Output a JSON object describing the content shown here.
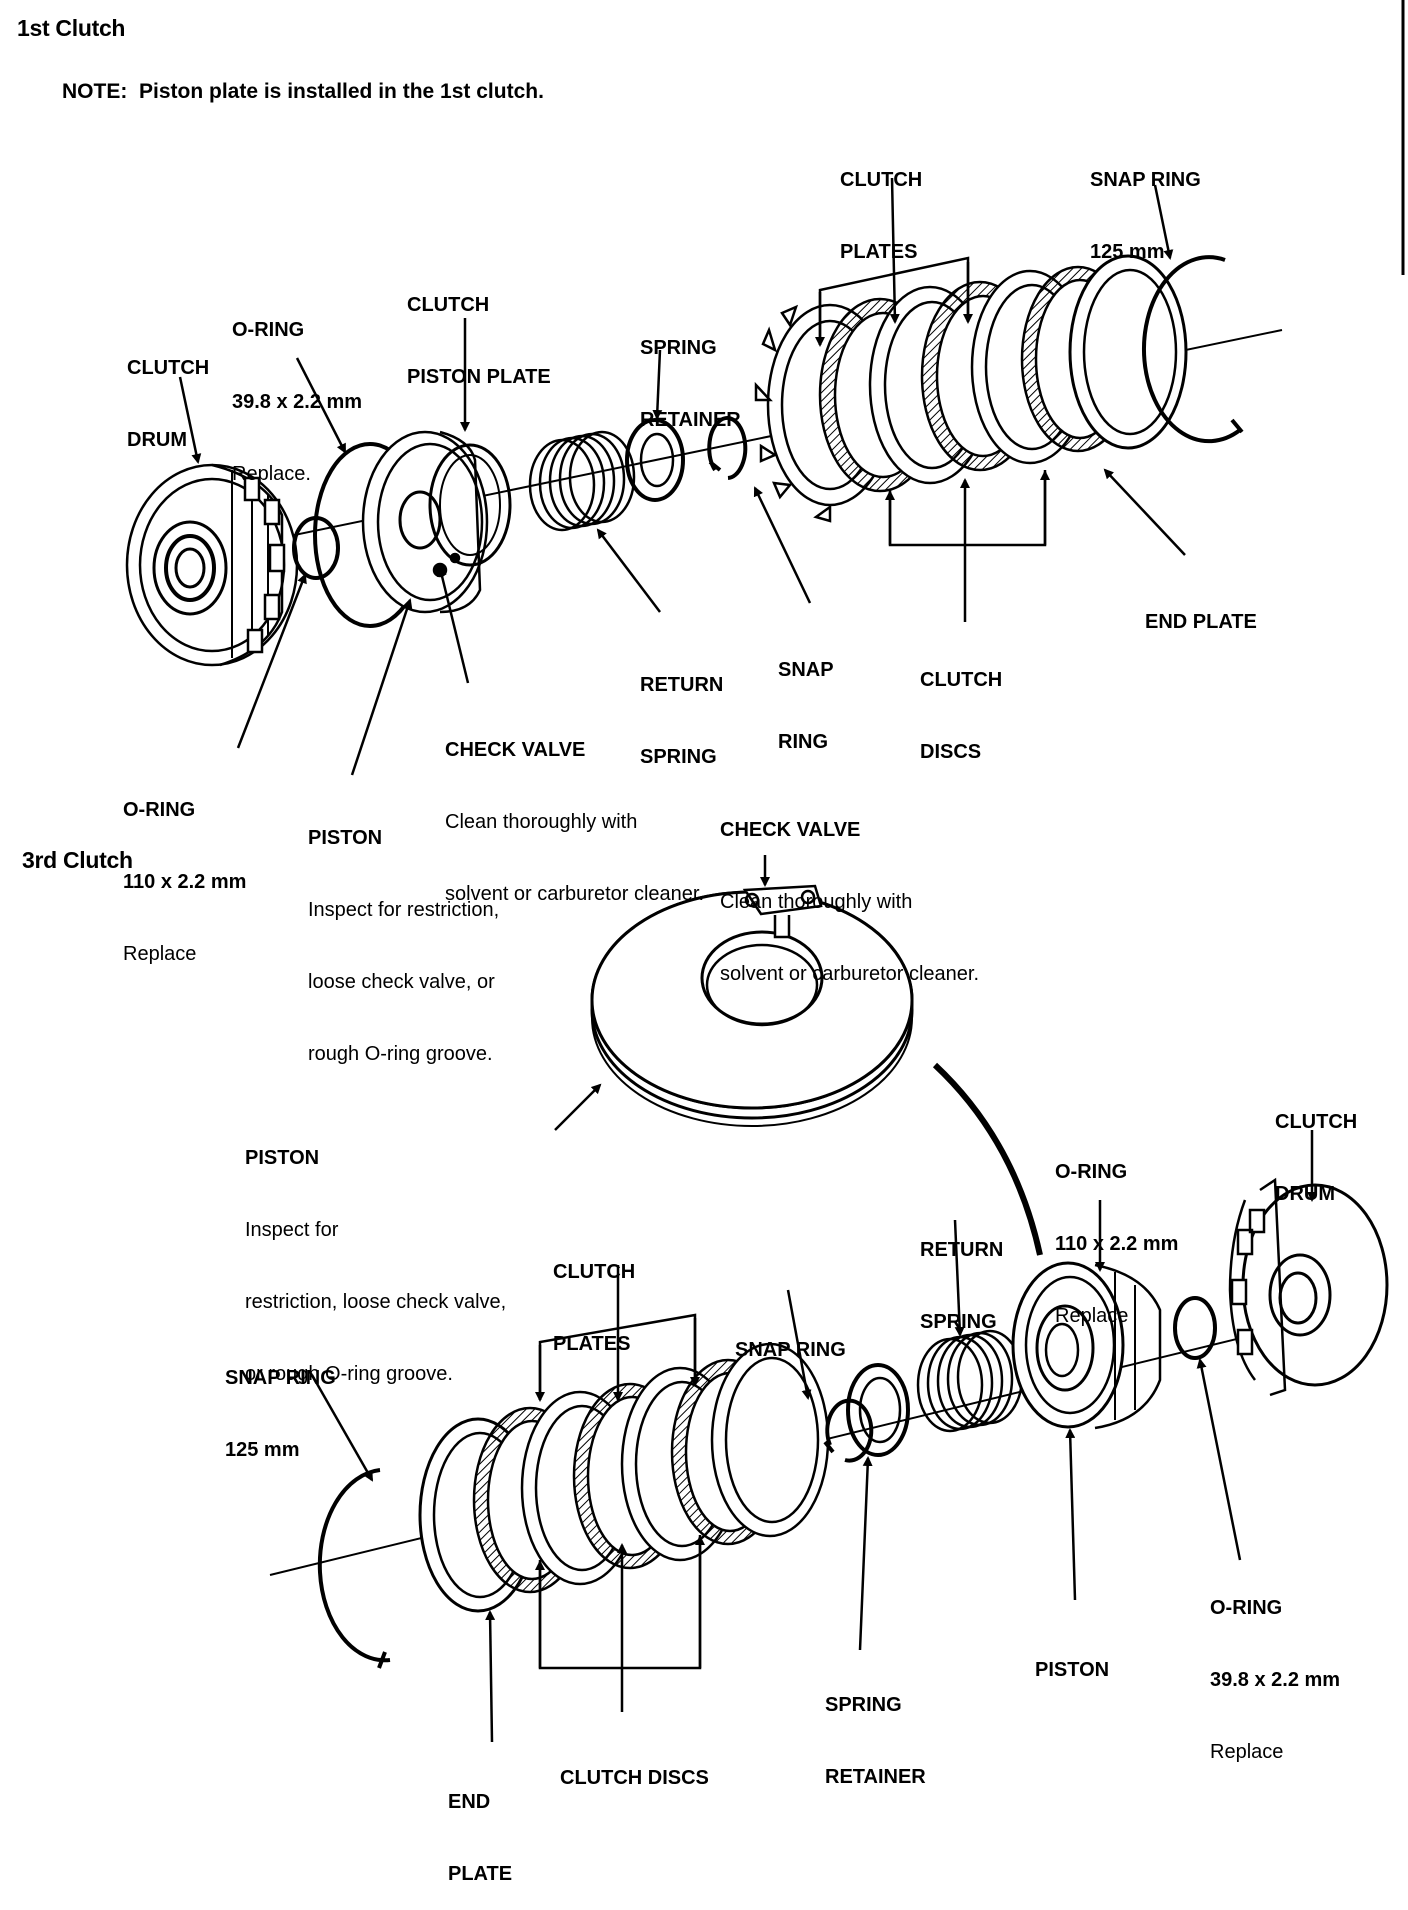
{
  "sections": {
    "first": "1st Clutch",
    "first_note": "NOTE:  Piston plate is installed in the 1st clutch.",
    "third": "3rd Clutch"
  },
  "labels_1st": {
    "clutch_plates": [
      "CLUTCH",
      "PLATES"
    ],
    "snap_ring_125": [
      "SNAP RING",
      "125 mm"
    ],
    "clutch_piston_plate": [
      "CLUTCH",
      "PISTON PLATE"
    ],
    "o_ring_39": [
      "O-RING",
      "39.8 x 2.2 mm",
      "Replace."
    ],
    "spring_retainer": [
      "SPRING",
      "RETAINER"
    ],
    "clutch_drum": [
      "CLUTCH",
      "DRUM"
    ],
    "end_plate": "END PLATE",
    "return_spring": [
      "RETURN",
      "SPRING"
    ],
    "snap_ring": [
      "SNAP",
      "RING"
    ],
    "clutch_discs": [
      "CLUTCH",
      "DISCS"
    ],
    "check_valve": [
      "CHECK VALVE",
      "Clean thoroughly with",
      "solvent or carburetor cleaner."
    ],
    "o_ring_110": [
      "O-RING",
      "110 x 2.2 mm",
      "Replace"
    ],
    "piston": [
      "PISTON",
      "Inspect for restriction,",
      "loose check valve, or",
      "rough O-ring groove."
    ]
  },
  "labels_3rd": {
    "check_valve": [
      "CHECK VALVE",
      "Clean thoroughly with",
      "solvent or carburetor cleaner."
    ],
    "clutch_drum": [
      "CLUTCH",
      "DRUM"
    ],
    "o_ring_110": [
      "O-RING",
      "110 x 2.2 mm",
      "Replace"
    ],
    "piston_inspect": [
      "PISTON",
      "Inspect for",
      "restriction, loose check valve,",
      "or rough O-ring groove."
    ],
    "return_spring": [
      "RETURN",
      "SPRING"
    ],
    "clutch_plates": [
      "CLUTCH",
      "PLATES"
    ],
    "snap_ring": "SNAP RING",
    "snap_ring_125": [
      "SNAP RING",
      "125 mm"
    ],
    "o_ring_39": [
      "O-RING",
      "39.8 x 2.2 mm",
      "Replace"
    ],
    "piston": "PISTON",
    "spring_retainer": [
      "SPRING",
      "RETAINER"
    ],
    "clutch_discs": "CLUTCH DISCS",
    "end_plate": [
      "END",
      "PLATE"
    ]
  }
}
